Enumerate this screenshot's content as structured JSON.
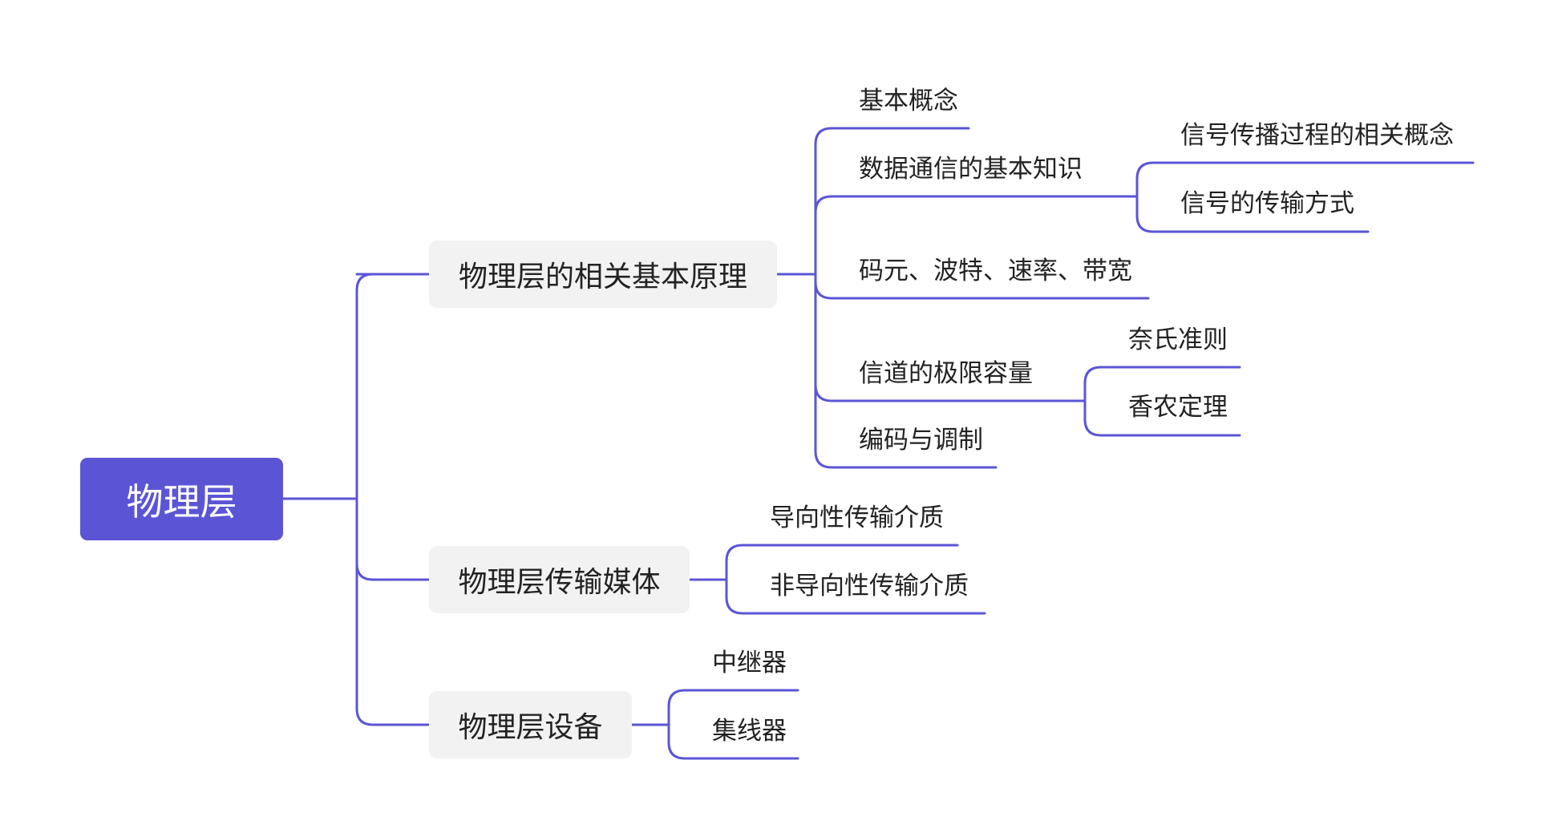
{
  "colors": {
    "accent": "#5b55d6",
    "line": "#5b55d6",
    "main_bg": "#f2f2f2"
  },
  "root": "物理层",
  "branches": {
    "principles": {
      "label": "物理层的相关基本原理",
      "children": {
        "basic_concepts": "基本概念",
        "data_comm": {
          "label": "数据通信的基本知识",
          "children": [
            "信号传播过程的相关概念",
            "信号的传输方式"
          ]
        },
        "symbol_rate": "码元、波特、速率、带宽",
        "channel_capacity": {
          "label": "信道的极限容量",
          "children": [
            "奈氏准则",
            "香农定理"
          ]
        },
        "coding": "编码与调制"
      }
    },
    "media": {
      "label": "物理层传输媒体",
      "children": [
        "导向性传输介质",
        "非导向性传输介质"
      ]
    },
    "devices": {
      "label": "物理层设备",
      "children": [
        "中继器",
        "集线器"
      ]
    }
  }
}
